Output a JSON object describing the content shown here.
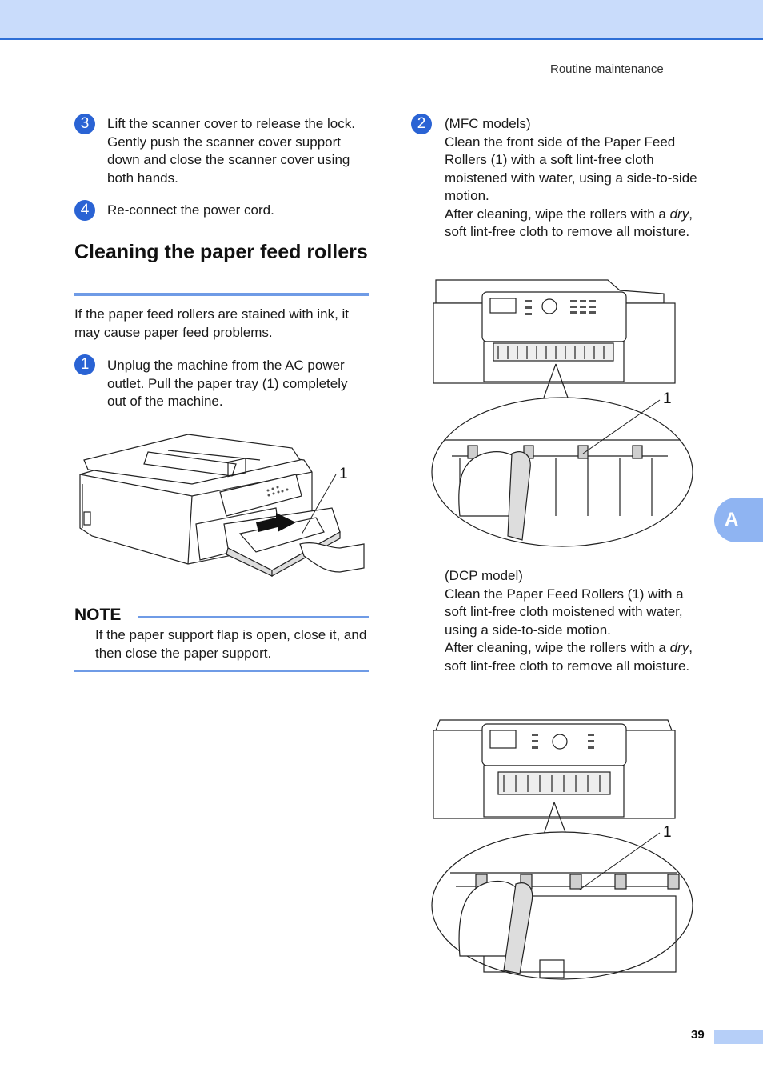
{
  "header": {
    "section_name": "Routine maintenance"
  },
  "left": {
    "step3": {
      "number": "3",
      "text": "Lift the scanner cover to release the lock. Gently push the scanner cover support down and close the scanner cover using both hands."
    },
    "step4": {
      "number": "4",
      "text": "Re-connect the power cord."
    },
    "section_title": "Cleaning the paper feed rollers",
    "intro": "If the paper feed rollers are stained with ink, it may cause paper feed problems.",
    "step1": {
      "number": "1",
      "text": "Unplug the machine from the AC power outlet. Pull the paper tray (1) completely out of the machine."
    },
    "figure1": {
      "callout": "1"
    },
    "note": {
      "title": "NOTE",
      "text": "If the paper support flap is open, close it, and then close the paper support."
    }
  },
  "right": {
    "step2": {
      "number": "2",
      "mfc_heading": "(MFC models)",
      "mfc_text": "Clean the front side of the Paper Feed Rollers (1) with a soft lint-free cloth moistened with water, using a side-to-side motion.",
      "mfc_after_pre": "After cleaning, wipe the rollers with a",
      "mfc_after_em": "dry",
      "mfc_after_post": ", soft lint-free cloth to remove all moisture."
    },
    "figure_mfc": {
      "callout": "1"
    },
    "dcp": {
      "heading": "(DCP model)",
      "text": "Clean the Paper Feed Rollers (1) with a soft lint-free cloth moistened with water, using a side-to-side motion.",
      "after_pre": "After cleaning, wipe the rollers with a",
      "after_em": "dry",
      "after_post": ", soft lint-free cloth to remove all moisture."
    },
    "figure_dcp": {
      "callout": "1"
    }
  },
  "side_tab": {
    "label": "A"
  },
  "footer": {
    "page_number": "39"
  },
  "colors": {
    "accent_blue": "#2a63d4",
    "band": "#c9dcfb",
    "rule": "#6f9be6",
    "tab": "#8fb4f2"
  }
}
